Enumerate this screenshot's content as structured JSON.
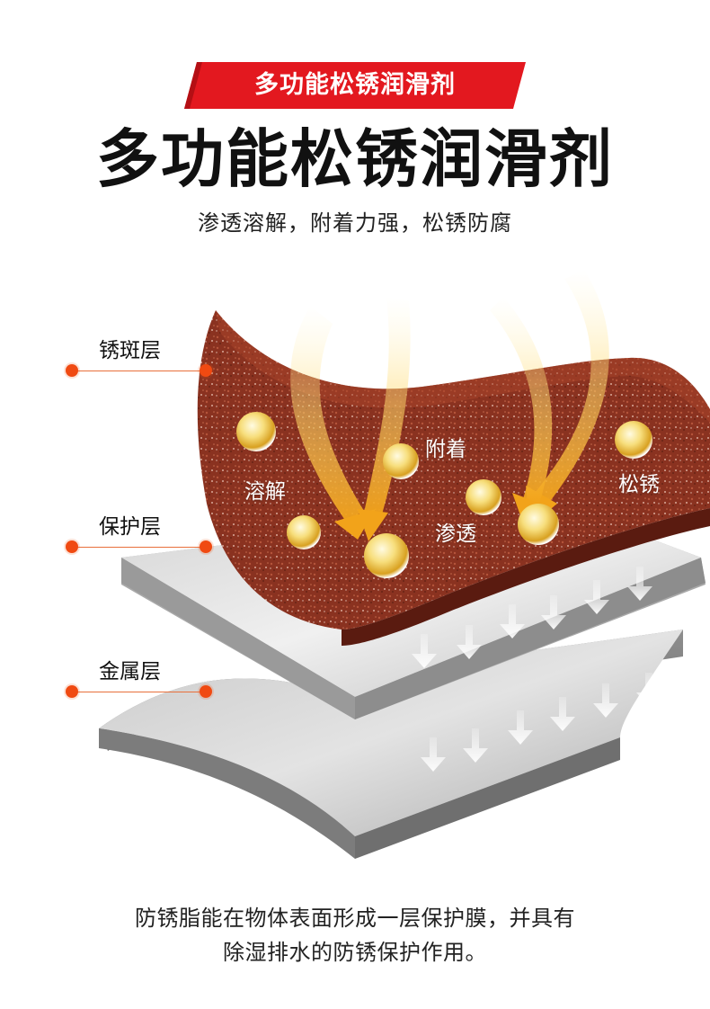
{
  "badge": {
    "text": "多功能松锈润滑剂",
    "color": "#e3181f"
  },
  "title": "多功能松锈润滑剂",
  "subtitle": "渗透溶解，附着力强，松锈防腐",
  "layers": {
    "rust": "锈斑层",
    "protect": "保护层",
    "metal": "金属层"
  },
  "effects": {
    "dissolve": "溶解",
    "attach": "附着",
    "penetrate": "渗透",
    "loosen": "松锈"
  },
  "description": {
    "line1": "防锈脂能在物体表面形成一层保护膜，并具有",
    "line2": "除湿排水的防锈保护作用。"
  },
  "colors": {
    "rust": "#8a3220",
    "metal": "#bdbdbd",
    "accent_orange": "#f04a12",
    "arrow_gold": "#f2b82a"
  },
  "icons": {
    "droplet": "oil-droplet-icon",
    "arrow": "down-arrow-icon"
  }
}
